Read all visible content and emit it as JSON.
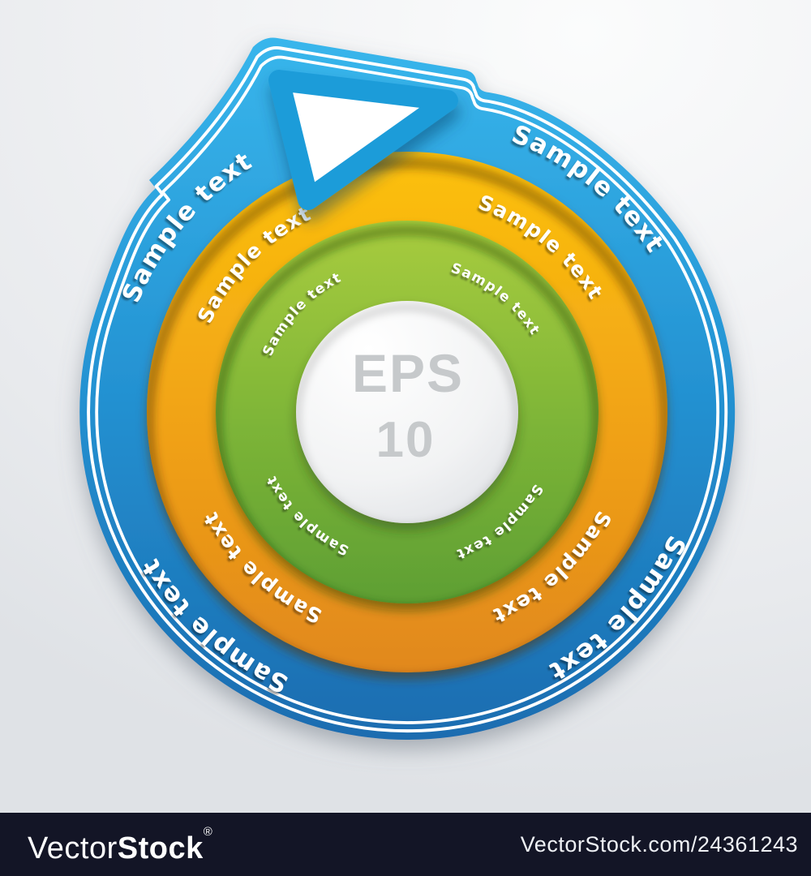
{
  "center": {
    "line1": "EPS",
    "line2": "10"
  },
  "rings": [
    {
      "id": "blue-outer-ring",
      "label": "Sample text",
      "offsets": [
        "10.83%",
        "36.94%",
        "61.67%",
        "86.11%"
      ],
      "color_top": "#36b3ea",
      "color_bottom": "#1a6cb0"
    },
    {
      "id": "orange-middle-ring",
      "label": "Sample text",
      "offsets": [
        "10.83%",
        "38.06%",
        "61.94%",
        "87.22%"
      ],
      "color_top": "#fcc10c",
      "color_bottom": "#e1881b"
    },
    {
      "id": "green-inner-ring",
      "label": "Sample text",
      "offsets": [
        "10.56%",
        "38.89%",
        "62.22%",
        "86.94%"
      ],
      "color_top": "#a8cc3e",
      "color_bottom": "#5e9f33"
    }
  ],
  "colors": {
    "arrow_border": "#1f9cd9",
    "arrow_fill": "#ffffff",
    "center_circle": "#f2f3f4",
    "center_text": "#c6c9cb",
    "background": "#eef0f2",
    "watermark_bar": "#131526"
  },
  "watermark": {
    "brand_light": "Vector",
    "brand_bold": "Stock",
    "registered": "®",
    "url": "VectorStock.com/24361243"
  }
}
